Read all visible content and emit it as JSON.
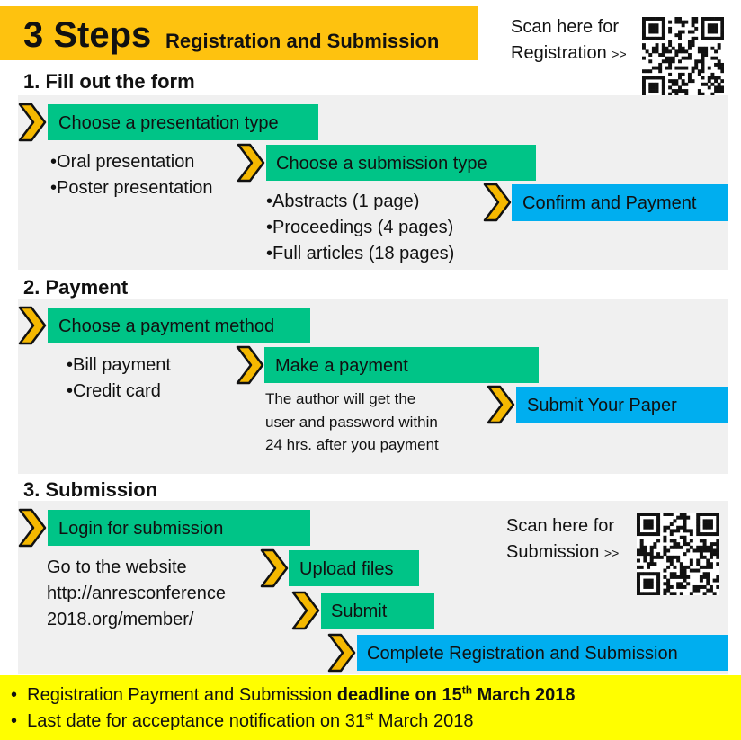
{
  "header": {
    "title_main": "3 Steps",
    "title_sub": "Registration and Submission",
    "scan_registration_line1": "Scan here for",
    "scan_registration_line2": "Registration",
    "scan_arrow": ">>"
  },
  "step1": {
    "title": "1. Fill out the form",
    "box_presentation": "Choose a presentation type",
    "presentation_options": [
      "Oral presentation",
      "Poster presentation"
    ],
    "box_submission": "Choose a submission type",
    "submission_options": [
      "Abstracts (1 page)",
      "Proceedings (4 pages)",
      "Full articles (18 pages)"
    ],
    "box_confirm": "Confirm and Payment"
  },
  "step2": {
    "title": "2. Payment",
    "box_method": "Choose a payment method",
    "methods": [
      "Bill payment",
      "Credit card"
    ],
    "box_make": "Make a payment",
    "note_lines": [
      "The author will get the",
      "user and password within",
      "24 hrs. after you payment"
    ],
    "box_submit": "Submit Your Paper"
  },
  "step3": {
    "title": "3. Submission",
    "box_login": "Login for submission",
    "website_lines": [
      "Go to the website",
      "http://anresconference",
      "2018.org/member/"
    ],
    "box_upload": "Upload files",
    "box_submit": "Submit",
    "box_complete": "Complete Registration and Submission",
    "scan_submission_line1": "Scan here for",
    "scan_submission_line2": "Submission",
    "scan_arrow": ">>"
  },
  "footer": {
    "bullet": "•",
    "line1_a": "Registration Payment and Submission ",
    "line1_b": "deadline on 15",
    "line1_sup": "th",
    "line1_c": " March 2018",
    "line2_a": "Last date for acceptance notification on 31",
    "line2_sup": "st",
    "line2_c": " March 2018"
  },
  "colors": {
    "title_yellow": "#fec20f",
    "footer_yellow": "#fffe00",
    "green": "#00c487",
    "blue": "#00aeef",
    "panel_gray": "#f0f0f0",
    "chevron_fill": "#f5b800",
    "chevron_outline": "#111111"
  },
  "icons": [
    "chevron-right-icon",
    "qr-code-icon"
  ]
}
